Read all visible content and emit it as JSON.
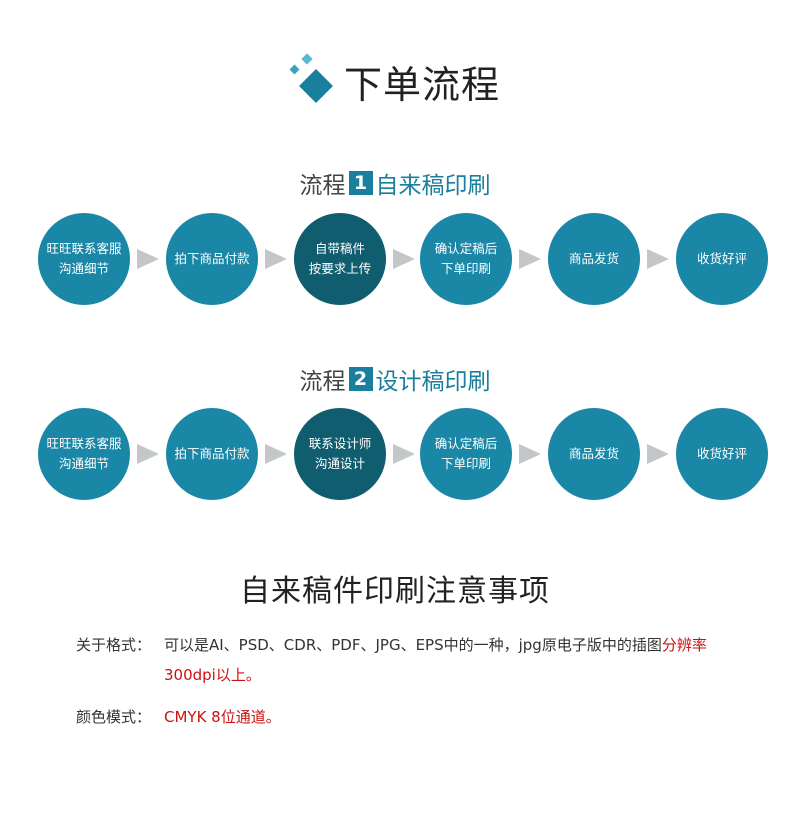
{
  "header": {
    "title": "下单流程",
    "logo_icon": "diamond-logo-icon"
  },
  "flows": [
    {
      "label": "流程",
      "num": "1",
      "subtitle": "自来稿印刷",
      "steps": [
        {
          "text": "旺旺联系客服\n沟通细节",
          "highlight": false
        },
        {
          "text": "拍下商品付款",
          "highlight": false
        },
        {
          "text": "自带稿件\n按要求上传",
          "highlight": true
        },
        {
          "text": "确认定稿后\n下单印刷",
          "highlight": false
        },
        {
          "text": "商品发货",
          "highlight": false
        },
        {
          "text": "收货好评",
          "highlight": false
        }
      ]
    },
    {
      "label": "流程",
      "num": "2",
      "subtitle": "设计稿印刷",
      "steps": [
        {
          "text": "旺旺联系客服\n沟通细节",
          "highlight": false
        },
        {
          "text": "拍下商品付款",
          "highlight": false
        },
        {
          "text": "联系设计师\n沟通设计",
          "highlight": true
        },
        {
          "text": "确认定稿后\n下单印刷",
          "highlight": false
        },
        {
          "text": "商品发货",
          "highlight": false
        },
        {
          "text": "收货好评",
          "highlight": false
        }
      ]
    }
  ],
  "notes": {
    "title": "自来稿件印刷注意事项",
    "format": {
      "label": "关于格式：",
      "text": "可以是AI、PSD、CDR、PDF、JPG、EPS中的一种，jpg原电子版中的插图",
      "highlight": "分辨率300dpi以上。"
    },
    "color": {
      "label": "颜色模式：",
      "highlight": "CMYK 8位通道。"
    }
  },
  "colors": {
    "accent": "#1a87a7",
    "accent_dark": "#0f5d6e",
    "arrow": "#c3c7c9",
    "warning": "#cc1111"
  }
}
